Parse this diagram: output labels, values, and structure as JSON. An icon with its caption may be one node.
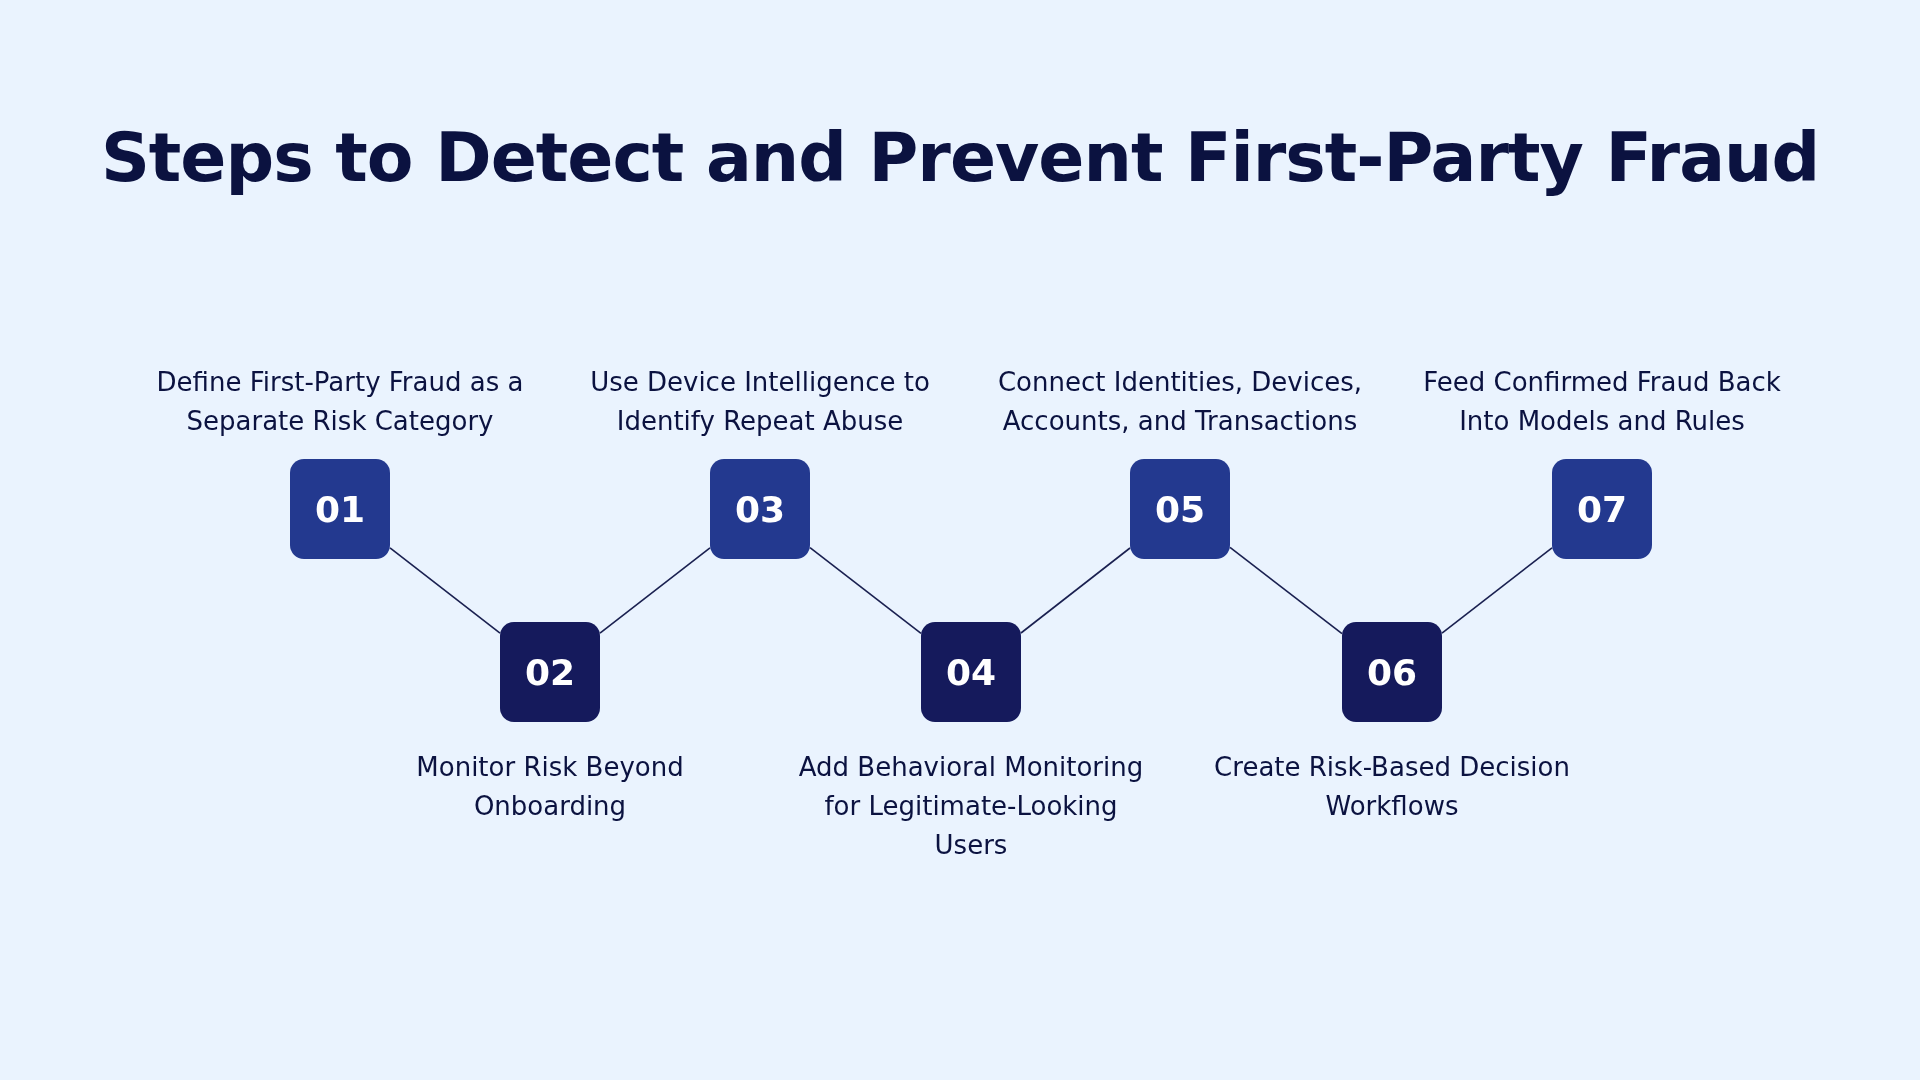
{
  "diagram": {
    "title": "Steps to Detect and Prevent First-Party Fraud",
    "nodes": [
      {
        "text": [
          "01"
        ],
        "beside": [
          "Define First-Party Fraud as a Separate Risk Category"
        ]
      },
      {
        "text": [
          "02"
        ],
        "beside": [
          "Monitor Risk Beyond Onboarding"
        ]
      },
      {
        "text": [
          "03"
        ],
        "beside": [
          "Use Device Intelligence to Identify Repeat Abuse"
        ]
      },
      {
        "text": [
          "04"
        ],
        "beside": [
          "Add Behavioral Monitoring for Legitimate-Looking Users"
        ]
      },
      {
        "text": [
          "05"
        ],
        "beside": [
          "Connect Identities, Devices, Accounts, and Transactions"
        ]
      },
      {
        "text": [
          "06"
        ],
        "beside": [
          "Create Risk-Based Decision Workflows"
        ]
      },
      {
        "text": [
          "07"
        ],
        "beside": [
          "Feed Confirmed Fraud Back Into Models and Rules"
        ]
      }
    ],
    "edges": [
      {
        "from": 0,
        "to": 1,
        "arrow": "none"
      },
      {
        "from": 1,
        "to": 2,
        "arrow": "none"
      },
      {
        "from": 2,
        "to": 3,
        "arrow": "none"
      },
      {
        "from": 3,
        "to": 4,
        "arrow": "none"
      },
      {
        "from": 4,
        "to": 5,
        "arrow": "none"
      },
      {
        "from": 5,
        "to": 6,
        "arrow": "none"
      }
    ]
  }
}
